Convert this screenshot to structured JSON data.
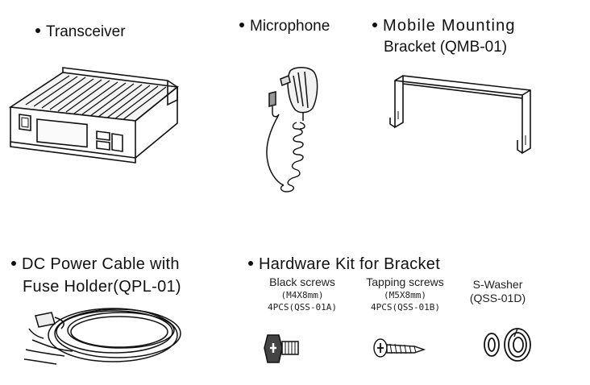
{
  "items": {
    "transceiver": {
      "label": "Transceiver"
    },
    "microphone": {
      "label": "Microphone"
    },
    "bracket": {
      "line1": "Mobile Mounting",
      "line2": "Bracket (QMB-01)"
    },
    "power_cable": {
      "line1": "DC Power Cable with",
      "line2": "Fuse Holder(QPL-01)"
    },
    "hardware_kit": {
      "label": "Hardware Kit for Bracket",
      "black_screws": {
        "name": "Black screws",
        "size": "(M4X8mm)",
        "qty": "4PCS(QSS-01A)"
      },
      "tapping_screws": {
        "name": "Tapping screws",
        "size": "(M5X8mm)",
        "qty": "4PCS(QSS-01B)"
      },
      "s_washer": {
        "name": "S-Washer",
        "code": "(QSS-01D)"
      }
    }
  },
  "colors": {
    "ink": "#111111",
    "background": "#ffffff"
  }
}
